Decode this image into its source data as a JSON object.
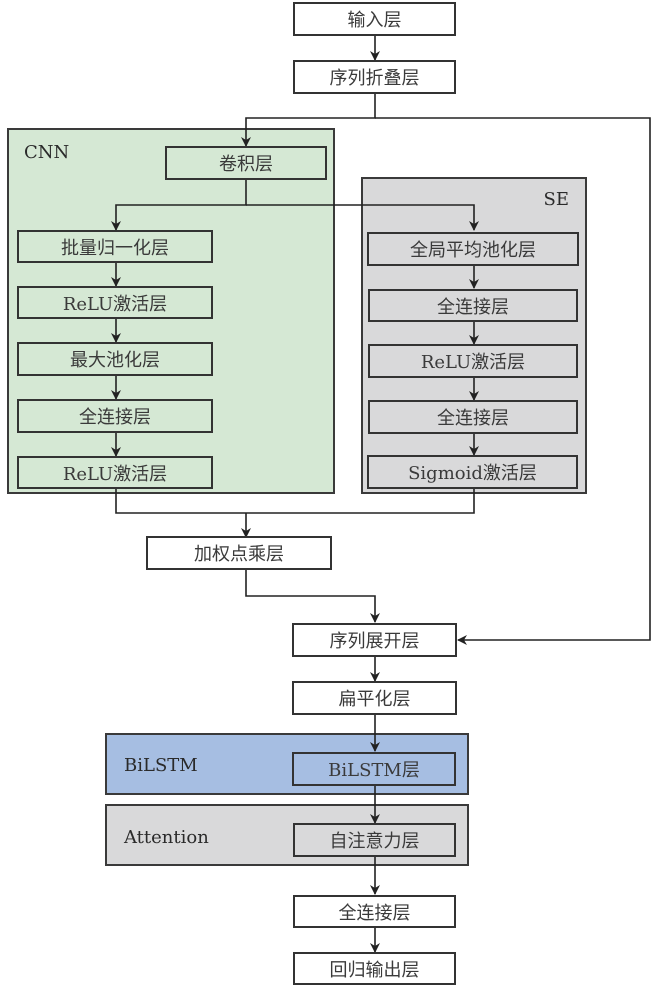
{
  "diagram": {
    "groups": {
      "cnn": "CNN",
      "se": "SE",
      "bilstm": "BiLSTM",
      "attention": "Attention"
    },
    "nodes": {
      "input": "输入层",
      "seq_fold": "序列折叠层",
      "conv": "卷积层",
      "cnn_bn": "批量归一化层",
      "cnn_relu1": "ReLU激活层",
      "cnn_maxpool": "最大池化层",
      "cnn_fc": "全连接层",
      "cnn_relu2": "ReLU激活层",
      "se_gap": "全局平均池化层",
      "se_fc1": "全连接层",
      "se_relu": "ReLU激活层",
      "se_fc2": "全连接层",
      "se_sigmoid": "Sigmoid激活层",
      "weighted_mul": "加权点乘层",
      "seq_unfold": "序列展开层",
      "flatten": "扁平化层",
      "bilstm_layer": "BiLSTM层",
      "self_attention": "自注意力层",
      "fc_out": "全连接层",
      "regression_out": "回归输出层"
    },
    "edges": [
      [
        "input",
        "seq_fold"
      ],
      [
        "seq_fold",
        "conv"
      ],
      [
        "seq_fold",
        "seq_unfold"
      ],
      [
        "conv",
        "cnn_bn"
      ],
      [
        "conv",
        "se_gap"
      ],
      [
        "cnn_bn",
        "cnn_relu1"
      ],
      [
        "cnn_relu1",
        "cnn_maxpool"
      ],
      [
        "cnn_maxpool",
        "cnn_fc"
      ],
      [
        "cnn_fc",
        "cnn_relu2"
      ],
      [
        "se_gap",
        "se_fc1"
      ],
      [
        "se_fc1",
        "se_relu"
      ],
      [
        "se_relu",
        "se_fc2"
      ],
      [
        "se_fc2",
        "se_sigmoid"
      ],
      [
        "cnn_relu2",
        "weighted_mul"
      ],
      [
        "se_sigmoid",
        "weighted_mul"
      ],
      [
        "weighted_mul",
        "seq_unfold"
      ],
      [
        "seq_unfold",
        "flatten"
      ],
      [
        "flatten",
        "bilstm_layer"
      ],
      [
        "bilstm_layer",
        "self_attention"
      ],
      [
        "self_attention",
        "fc_out"
      ],
      [
        "fc_out",
        "regression_out"
      ]
    ]
  }
}
